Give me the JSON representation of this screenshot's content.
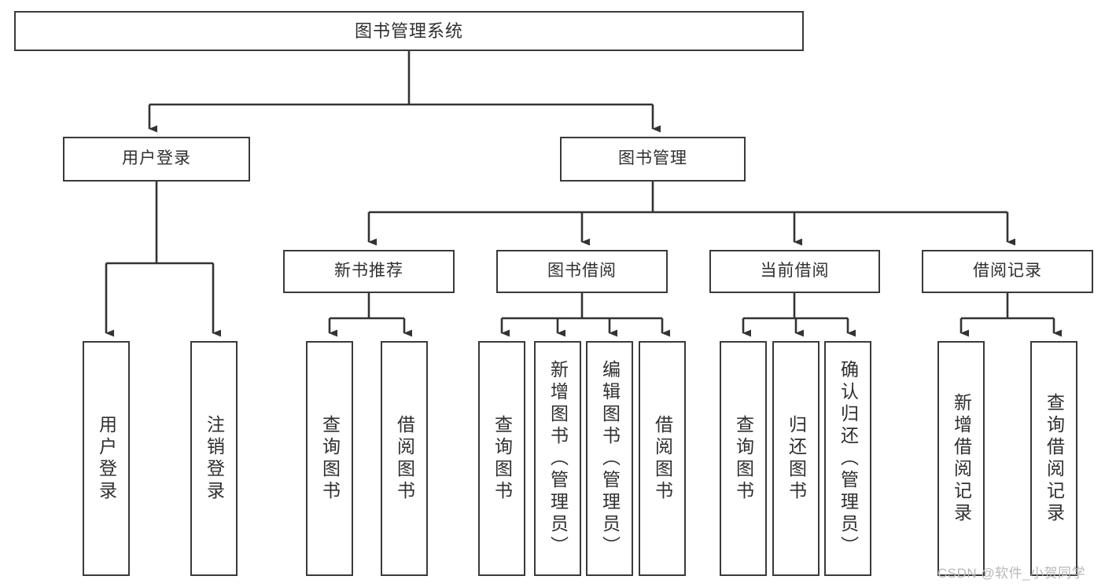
{
  "diagram": {
    "title": "图书管理系统",
    "type": "tree-hierarchy",
    "style": {
      "box_border": "#3a3a3a",
      "box_fill": "#ffffff",
      "text_color": "#2f2f2f",
      "edge_color": "#333333",
      "background": "#ffffff",
      "watermark_color": "#b8b8b8"
    },
    "nodes": {
      "root": {
        "label": "图书管理系统"
      },
      "level2": [
        {
          "id": "user-login",
          "label": "用户登录"
        },
        {
          "id": "book-manage",
          "label": "图书管理"
        }
      ],
      "level3": [
        {
          "id": "new-book-recommend",
          "label": "新书推荐"
        },
        {
          "id": "book-borrow",
          "label": "图书借阅"
        },
        {
          "id": "current-borrow",
          "label": "当前借阅"
        },
        {
          "id": "borrow-record",
          "label": "借阅记录"
        }
      ],
      "leaves": {
        "user_login": [
          {
            "id": "leaf-user-login",
            "label": "用户登录"
          },
          {
            "id": "leaf-user-logout",
            "label": "注销登录"
          }
        ],
        "new_book_recommend": [
          {
            "id": "leaf-query-book-1",
            "label": "查询图书"
          },
          {
            "id": "leaf-borrow-book-1",
            "label": "借阅图书"
          }
        ],
        "book_borrow": [
          {
            "id": "leaf-query-book-2",
            "label": "查询图书"
          },
          {
            "id": "leaf-add-book",
            "label": "新增图书（管理员）"
          },
          {
            "id": "leaf-edit-book",
            "label": "编辑图书（管理员）"
          },
          {
            "id": "leaf-borrow-book-2",
            "label": "借阅图书"
          }
        ],
        "current_borrow": [
          {
            "id": "leaf-query-book-3",
            "label": "查询图书"
          },
          {
            "id": "leaf-return-book",
            "label": "归还图书"
          },
          {
            "id": "leaf-confirm-return",
            "label": "确认归还（管理员）"
          }
        ],
        "borrow_record": [
          {
            "id": "leaf-add-record",
            "label": "新增借阅记录"
          },
          {
            "id": "leaf-query-record",
            "label": "查询借阅记录"
          }
        ]
      }
    }
  },
  "watermark": {
    "text": "CSDN @软件_小贺同学"
  }
}
